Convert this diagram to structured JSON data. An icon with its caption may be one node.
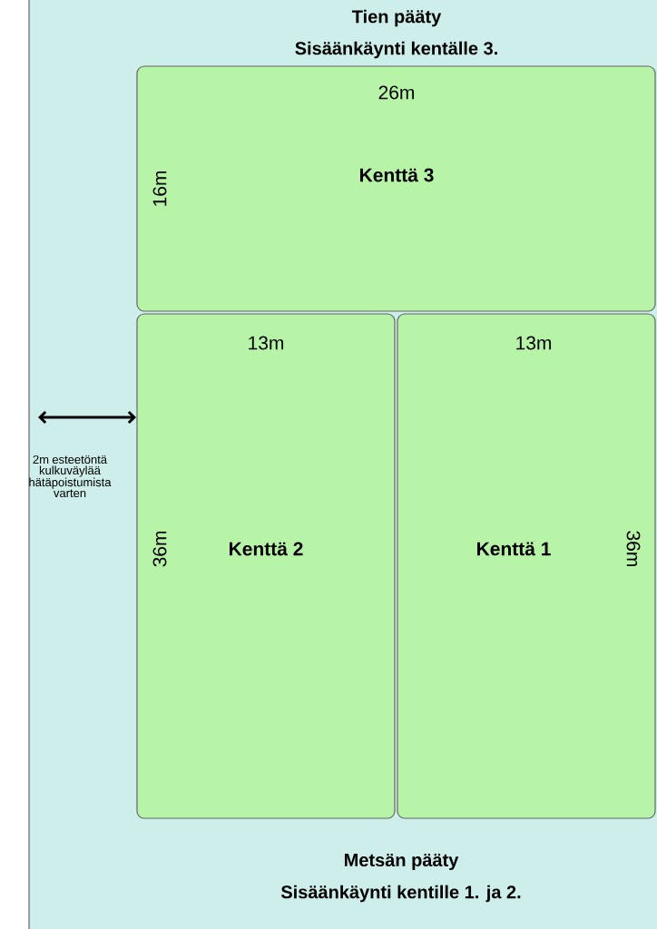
{
  "diagram": {
    "nodes": [
      {
        "text": [
          "26m",
          "Kenttä 3",
          "16m"
        ]
      },
      {
        "text": [
          "13m",
          "Kenttä 2",
          "36m"
        ]
      },
      {
        "text": [
          "13m",
          "Kenttä 1",
          "36m"
        ]
      }
    ],
    "labels": [
      "Tien pääty",
      "Sisäänkäynti kentälle 3.",
      "2m esteetöntä kulkuväylää hätäpoistumista varten",
      "Metsän pääty",
      "Sisäänkäynti kentille 1. ja 2."
    ]
  }
}
